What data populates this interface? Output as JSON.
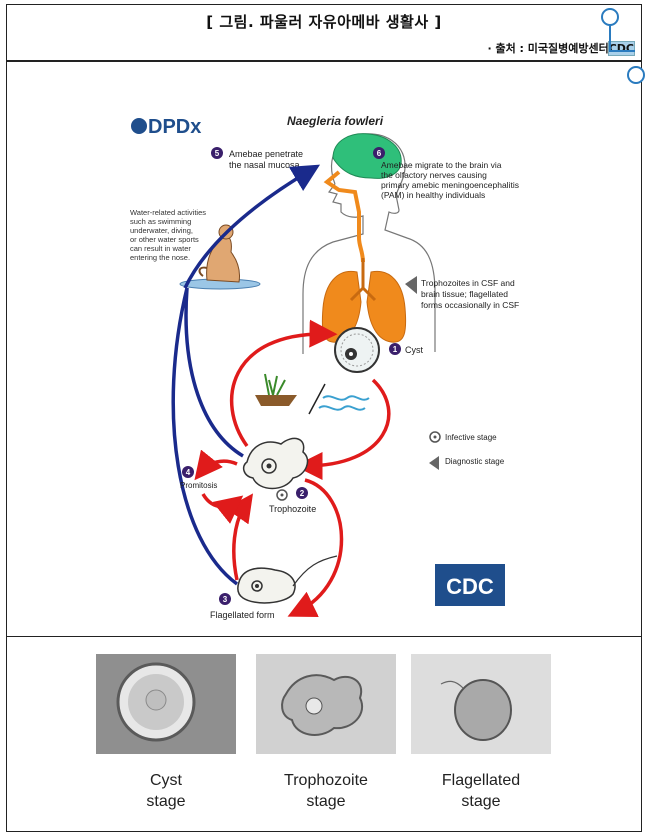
{
  "header": {
    "title": "[ 그림. 파울러 자유아메바 생활사 ]",
    "source_prefix": "· 출처 : 미국질병예방센터",
    "source_hl": "CDC"
  },
  "diagram": {
    "logo": "DPDx",
    "title": "Naegleria fowleri",
    "notes": {
      "water": [
        "Water-related activities",
        "such as swimming",
        "underwater, diving,",
        "or other water sports",
        "can result in water",
        "entering the nose."
      ],
      "csf": [
        "Trophozoites in CSF and",
        "brain tissue; flagellated",
        "forms occasionally in CSF"
      ]
    },
    "steps": [
      {
        "num": "1",
        "lines": [
          "Cyst"
        ]
      },
      {
        "num": "2",
        "lines": [
          "Trophozoite"
        ]
      },
      {
        "num": "3",
        "lines": [
          "Flagellated form"
        ]
      },
      {
        "num": "4",
        "lines": [
          "Promitosis"
        ]
      },
      {
        "num": "5",
        "lines": [
          "Amebae penetrate",
          "the nasal mucosa"
        ]
      },
      {
        "num": "6",
        "lines": [
          "Amebae migrate to the brain via",
          "the olfactory nerves causing",
          "primary amebic meningoencephalitis",
          "(PAM) in healthy individuals"
        ]
      }
    ],
    "legend": {
      "infective": "Infective stage",
      "diagnostic": "Diagnostic stage"
    },
    "cdc_logo": "CDC",
    "colors": {
      "red": "#e01b1b",
      "blue": "#1a2a8c",
      "brain": "#2fbf7a",
      "lungs": "#f08a1c"
    }
  },
  "photos": [
    {
      "caption_1": "Cyst",
      "caption_2": "stage"
    },
    {
      "caption_1": "Trophozoite",
      "caption_2": "stage"
    },
    {
      "caption_1": "Flagellated",
      "caption_2": "stage"
    }
  ]
}
